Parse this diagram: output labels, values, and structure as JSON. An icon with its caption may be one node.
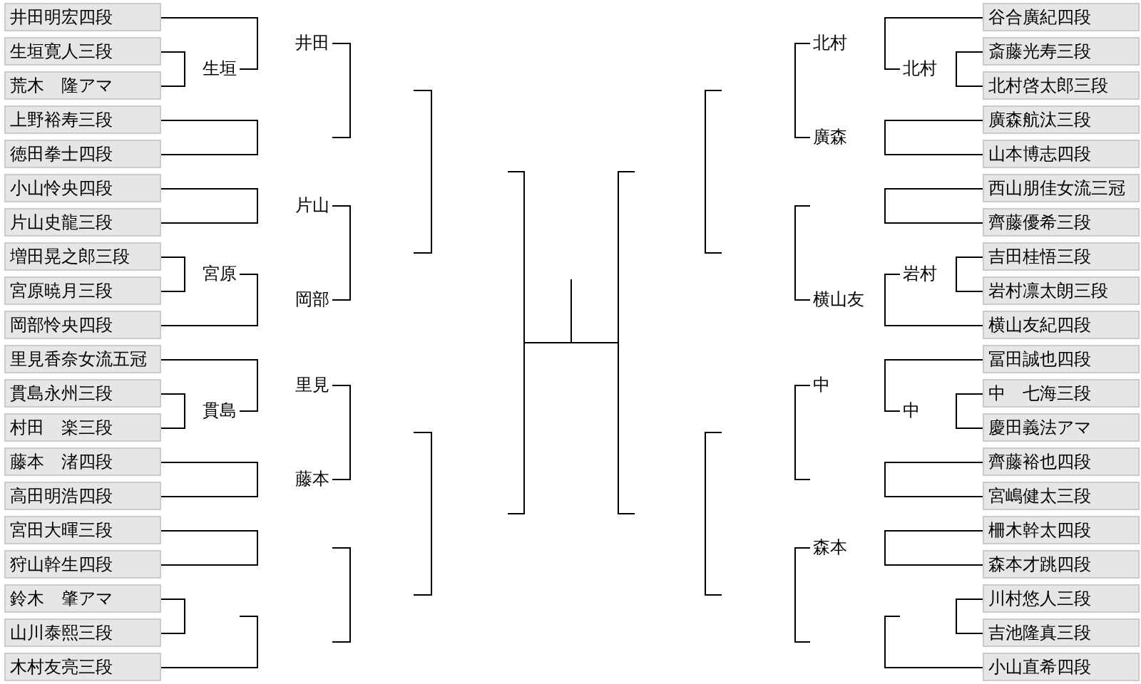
{
  "diagram": {
    "nodes": [
      {
        "text": [
          "井田明宏四段"
        ]
      },
      {
        "text": [
          "生垣寛人三段"
        ]
      },
      {
        "text": [
          "荒木　隆アマ"
        ]
      },
      {
        "text": [
          "上野裕寿三段"
        ]
      },
      {
        "text": [
          "徳田拳士四段"
        ]
      },
      {
        "text": [
          "小山怜央四段"
        ]
      },
      {
        "text": [
          "片山史龍三段"
        ]
      },
      {
        "text": [
          "増田晃之郎三段"
        ]
      },
      {
        "text": [
          "宮原暁月三段"
        ]
      },
      {
        "text": [
          "岡部怜央四段"
        ]
      },
      {
        "text": [
          "里見香奈女流五冠"
        ]
      },
      {
        "text": [
          "貫島永州三段"
        ]
      },
      {
        "text": [
          "村田　楽三段"
        ]
      },
      {
        "text": [
          "藤本　渚四段"
        ]
      },
      {
        "text": [
          "高田明浩四段"
        ]
      },
      {
        "text": [
          "宮田大暉三段"
        ]
      },
      {
        "text": [
          "狩山幹生四段"
        ]
      },
      {
        "text": [
          "鈴木　肇アマ"
        ]
      },
      {
        "text": [
          "山川泰熙三段"
        ]
      },
      {
        "text": [
          "木村友亮三段"
        ]
      },
      {
        "text": [
          "生垣"
        ]
      },
      {
        "text": [
          "宮原"
        ]
      },
      {
        "text": [
          "貫島"
        ]
      },
      {
        "text": [
          "井田"
        ]
      },
      {
        "text": [
          "片山"
        ]
      },
      {
        "text": [
          "岡部"
        ]
      },
      {
        "text": [
          "里見"
        ]
      },
      {
        "text": [
          "藤本"
        ]
      },
      {
        "text": [
          "北村"
        ]
      },
      {
        "text": [
          "廣森"
        ]
      },
      {
        "text": [
          "横山友"
        ]
      },
      {
        "text": [
          "中"
        ]
      },
      {
        "text": [
          "森本"
        ]
      },
      {
        "text": [
          "北村"
        ]
      },
      {
        "text": [
          "岩村"
        ]
      },
      {
        "text": [
          "中"
        ]
      },
      {
        "text": [
          "谷合廣紀四段"
        ]
      },
      {
        "text": [
          "斎藤光寿三段"
        ]
      },
      {
        "text": [
          "北村啓太郎三段"
        ]
      },
      {
        "text": [
          "廣森航汰三段"
        ]
      },
      {
        "text": [
          "山本博志四段"
        ]
      },
      {
        "text": [
          "西山朋佳女流三冠"
        ]
      },
      {
        "text": [
          "齊藤優希三段"
        ]
      },
      {
        "text": [
          "吉田桂悟三段"
        ]
      },
      {
        "text": [
          "岩村凛太朗三段"
        ]
      },
      {
        "text": [
          "横山友紀四段"
        ]
      },
      {
        "text": [
          "冨田誠也四段"
        ]
      },
      {
        "text": [
          "中　七海三段"
        ]
      },
      {
        "text": [
          "慶田義法アマ"
        ]
      },
      {
        "text": [
          "齊藤裕也四段"
        ]
      },
      {
        "text": [
          "宮嶋健太三段"
        ]
      },
      {
        "text": [
          "柵木幹太四段"
        ]
      },
      {
        "text": [
          "森本才跳四段"
        ]
      },
      {
        "text": [
          "川村悠人三段"
        ]
      },
      {
        "text": [
          "吉池隆真三段"
        ]
      },
      {
        "text": [
          "小山直希四段"
        ]
      }
    ],
    "edges": [
      {
        "from": 1,
        "to": 2,
        "arrow": "none"
      },
      {
        "from": 0,
        "to": 20,
        "arrow": "none"
      },
      {
        "from": 3,
        "to": 4,
        "arrow": "none"
      },
      {
        "from": 23,
        "to": null,
        "arrow": "none"
      },
      {
        "from": 5,
        "to": 6,
        "arrow": "none"
      },
      {
        "from": 7,
        "to": 8,
        "arrow": "none"
      },
      {
        "from": 21,
        "to": 9,
        "arrow": "none"
      },
      {
        "from": 24,
        "to": 25,
        "arrow": "none"
      },
      {
        "from": 11,
        "to": 12,
        "arrow": "none"
      },
      {
        "from": 10,
        "to": 22,
        "arrow": "none"
      },
      {
        "from": 13,
        "to": 14,
        "arrow": "none"
      },
      {
        "from": 26,
        "to": 27,
        "arrow": "none"
      },
      {
        "from": 15,
        "to": 16,
        "arrow": "none"
      },
      {
        "from": 17,
        "to": 18,
        "arrow": "none"
      },
      {
        "from": null,
        "to": 19,
        "arrow": "none"
      },
      {
        "from": 36,
        "to": 33,
        "arrow": "none"
      },
      {
        "from": 37,
        "to": 38,
        "arrow": "none"
      },
      {
        "from": 28,
        "to": 29,
        "arrow": "none"
      },
      {
        "from": 39,
        "to": 40,
        "arrow": "none"
      },
      {
        "from": 41,
        "to": 42,
        "arrow": "none"
      },
      {
        "from": 43,
        "to": 44,
        "arrow": "none"
      },
      {
        "from": 34,
        "to": 45,
        "arrow": "none"
      },
      {
        "from": null,
        "to": 30,
        "arrow": "none"
      },
      {
        "from": 46,
        "to": 35,
        "arrow": "none"
      },
      {
        "from": 47,
        "to": 48,
        "arrow": "none"
      },
      {
        "from": 49,
        "to": 50,
        "arrow": "none"
      },
      {
        "from": 31,
        "to": null,
        "arrow": "none"
      },
      {
        "from": 51,
        "to": 52,
        "arrow": "none"
      },
      {
        "from": 53,
        "to": 54,
        "arrow": "none"
      },
      {
        "from": null,
        "to": 55,
        "arrow": "none"
      },
      {
        "from": 32,
        "to": null,
        "arrow": "none"
      }
    ]
  }
}
